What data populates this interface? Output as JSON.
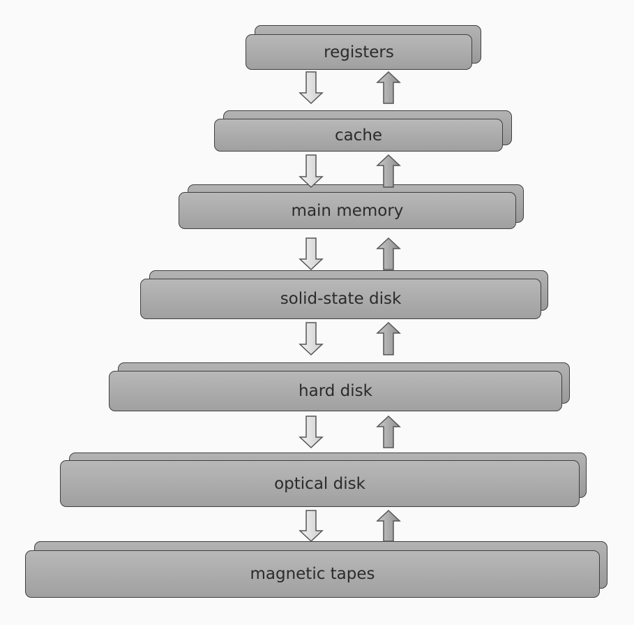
{
  "tiers": [
    {
      "label": "registers"
    },
    {
      "label": "cache"
    },
    {
      "label": "main memory"
    },
    {
      "label": "solid-state disk"
    },
    {
      "label": "hard disk"
    },
    {
      "label": "optical disk"
    },
    {
      "label": "magnetic tapes"
    }
  ],
  "arrows": {
    "down_fill": "#dddddd",
    "up_fill": "#b0b0b0",
    "stroke": "#555555"
  },
  "colors": {
    "background": "#fafafa",
    "tier_fill": "#a8a8a8",
    "tier_border": "#3e3e3e",
    "text": "#2b2b2b"
  }
}
